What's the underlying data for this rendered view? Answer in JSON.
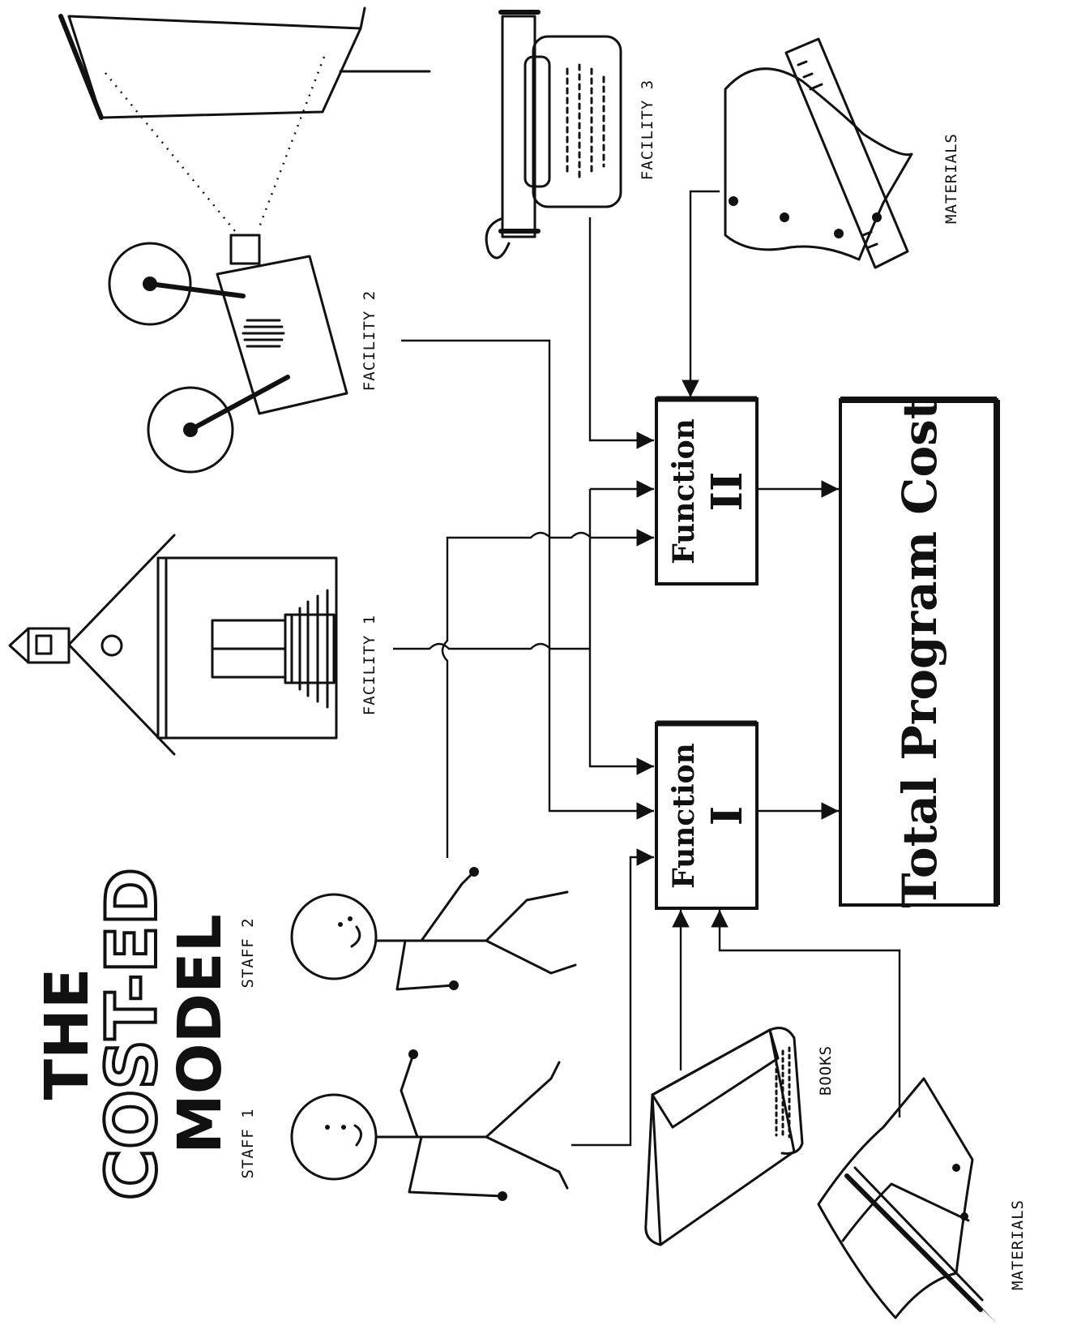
{
  "title": {
    "line1": "THE",
    "line2": "COST-ED",
    "line3": "MODEL"
  },
  "inputs": {
    "staff1": "STAFF 1",
    "staff2": "STAFF 2",
    "facility1": "FACILITY 1",
    "facility2": "FACILITY 2",
    "facility3": "FACILITY 3",
    "books": "BOOKS",
    "materials_left": "MATERIALS",
    "materials_top": "MATERIALS"
  },
  "functions": {
    "f1_word": "Function",
    "f1_numeral": "I",
    "f2_word": "Function",
    "f2_numeral": "II"
  },
  "output": {
    "total": "Total Program Cost"
  }
}
